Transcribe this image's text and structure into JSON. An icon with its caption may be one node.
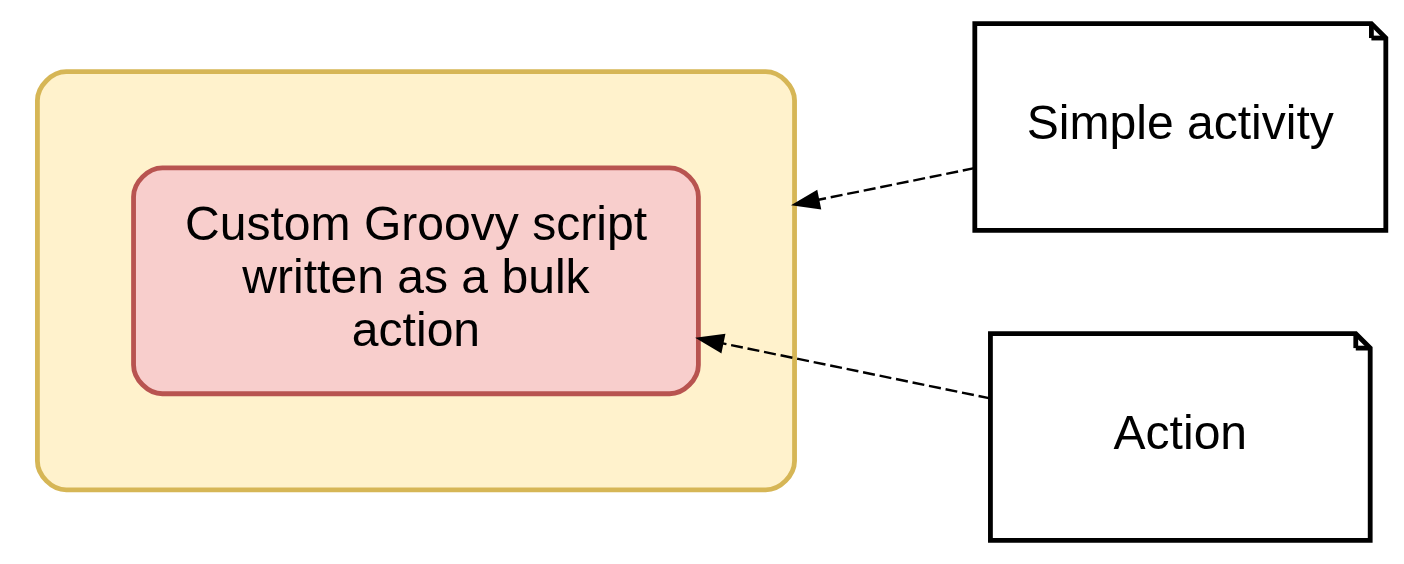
{
  "diagram": {
    "nodes": [
      {
        "text": [],
        "shape": "box"
      },
      {
        "text": [
          "Custom Groovy script written as a bulk action"
        ],
        "in": 0
      },
      {
        "text": [
          "Simple activity"
        ]
      },
      {
        "text": [
          "Action"
        ]
      }
    ],
    "edges": [
      {
        "from": 2,
        "to": 0,
        "arrow": "to",
        "style": "dashed"
      },
      {
        "from": 3,
        "to": 1,
        "arrow": "to",
        "style": "dashed"
      }
    ]
  }
}
